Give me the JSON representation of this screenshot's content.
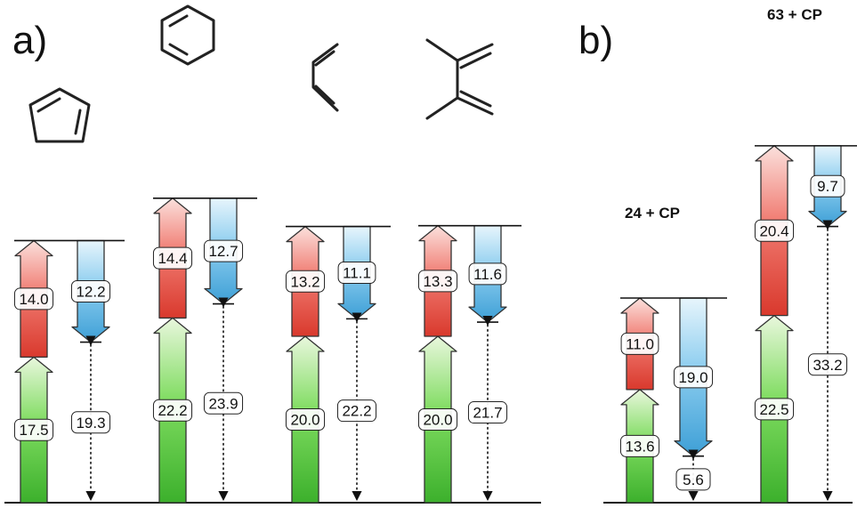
{
  "panel_labels": {
    "a": "a)",
    "b": "b)"
  },
  "colors": {
    "green_top": "#e9f7dd",
    "green_mid": "#7fdc60",
    "green_bot": "#3cb02c",
    "red_top": "#fbe0dc",
    "red_mid": "#f07a70",
    "red_bot": "#d9392d",
    "blue_top": "#e7f5fc",
    "blue_mid": "#8ccdef",
    "blue_bot": "#3d9fd6"
  },
  "panel_a": [
    {
      "molecule": "cyclopentadiene",
      "green": "17.5",
      "red": "14.0",
      "blue": "12.2",
      "dotted": "19.3"
    },
    {
      "molecule": "cyclohexadiene",
      "green": "22.2",
      "red": "14.4",
      "blue": "12.7",
      "dotted": "23.9"
    },
    {
      "molecule": "butadiene",
      "green": "20.0",
      "red": "13.2",
      "blue": "11.1",
      "dotted": "22.2"
    },
    {
      "molecule": "dimethylbutadiene",
      "green": "20.0",
      "red": "13.3",
      "blue": "11.6",
      "dotted": "21.7"
    }
  ],
  "panel_b": [
    {
      "title_num": "24",
      "title_rest": " + CP",
      "green": "13.6",
      "red": "11.0",
      "blue": "19.0",
      "dotted": "5.6"
    },
    {
      "title_num": "63",
      "title_rest": " + CP",
      "green": "22.5",
      "red": "20.4",
      "blue": "9.7",
      "dotted": "33.2"
    }
  ]
}
